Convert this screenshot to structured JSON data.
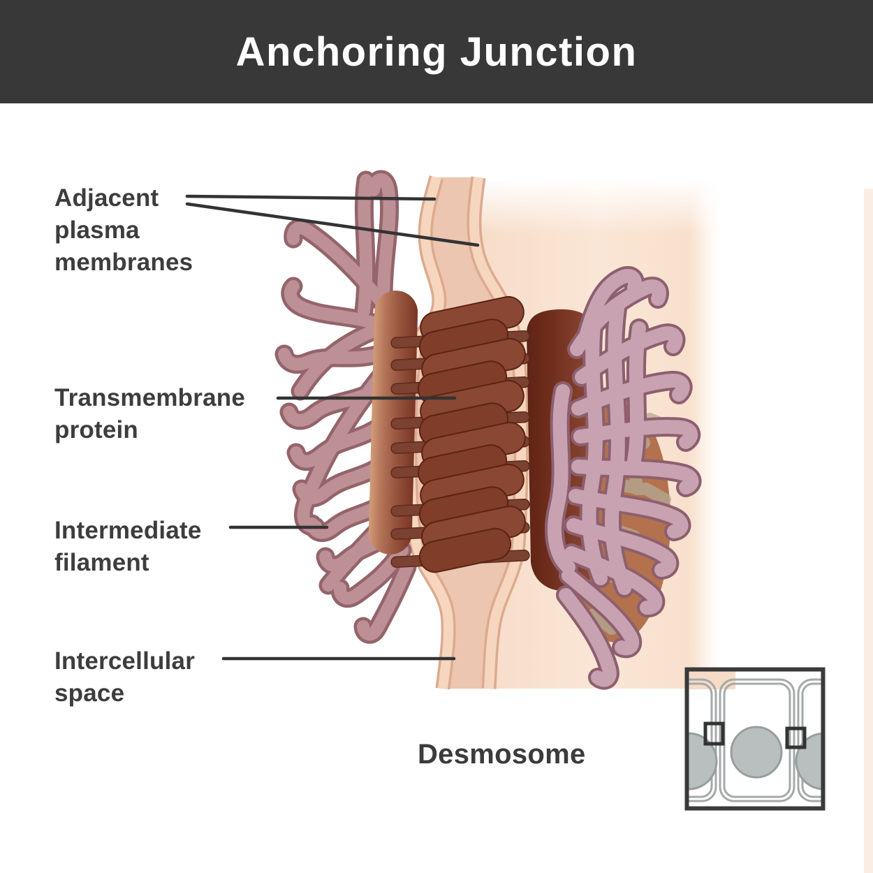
{
  "header": {
    "title": "Anchoring Junction"
  },
  "labels": {
    "adjacent": {
      "line1": "Adjacent",
      "line2": "plasma",
      "line3": "membranes"
    },
    "transmembrane": {
      "line1": "Transmembrane",
      "line2": "protein"
    },
    "intermediate": {
      "line1": "Intermediate",
      "line2": "filament"
    },
    "intercellular": {
      "line1": "Intercellular",
      "line2": "space"
    }
  },
  "caption": {
    "text": "Desmosome"
  },
  "colors": {
    "header_bg": "#383838",
    "title_color": "#ffffff",
    "label_color": "#3d3d3d",
    "leader_color": "#333333",
    "caption_color": "#3b3b3b",
    "cell_fill": "#f8e0cd",
    "membrane_band": "#f6d6bf",
    "membrane_edge": "#dcaa8e",
    "intercellular_space": "#ecc6b1",
    "plaque_dark": "#6f2f1f",
    "plaque_light": "#b5765a",
    "transmembrane_protein": "#7f3d2a",
    "filament_left": "#bd9095",
    "filament_right": "#c8a2b0",
    "ghost_filament": "#b3ab95",
    "inset_border": "#3a3a3a",
    "inset_cell_line": "#a4a9a9",
    "inset_nucleus": "#b9bebe"
  }
}
